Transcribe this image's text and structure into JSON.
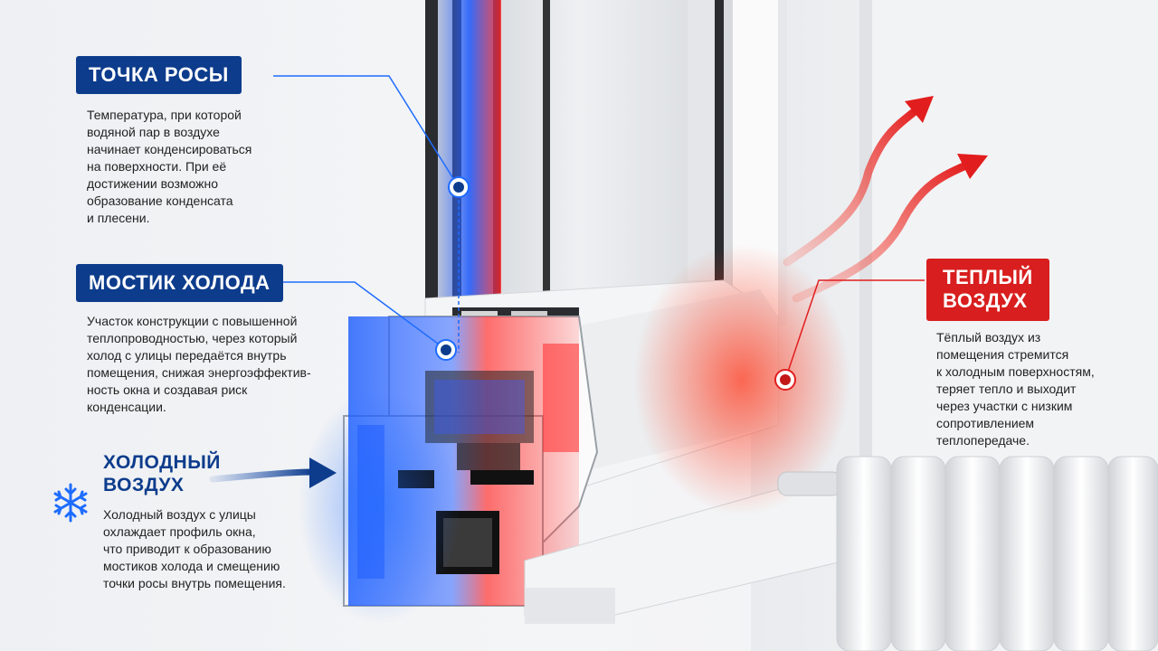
{
  "dew_point": {
    "title": "ТОЧКА РОСЫ",
    "text": "Температура, при которой\nводяной пар в воздухе\nначинает конденсироваться\nна поверхности. При её\nдостижении возможно\nобразование конденсата\nи плесени."
  },
  "cold_bridge": {
    "title": "МОСТИК ХОЛОДА",
    "text": "Участок конструкции с повышенной\nтеплопроводностью, через который\nхолод с улицы передаётся внутрь\nпомещения, снижая энергоэффектив-\nность окна и создавая риск\nконденсации."
  },
  "cold_air": {
    "title": "ХОЛОДНЫЙ\nВОЗДУХ",
    "text": "Холодный воздух с улицы\nохлаждает профиль окна,\nчто приводит к образованию\nмостиков холода и смещению\nточки росы внутрь помещения."
  },
  "warm_air": {
    "title": "ТЕПЛЫЙ\nВОЗДУХ",
    "text": "Тёплый воздух из\nпомещения стремится\nк холодным поверхностям,\nтеряет тепло и выходит\nчерез участки с низким\nсопротивлением\nтеплопередаче."
  },
  "icons": [
    "snowflake-icon",
    "cold-arrow-icon",
    "warm-arrow-icon"
  ],
  "colors": {
    "cold": "#0d3c8c",
    "warm": "#d81e1e",
    "cold_glow": "#1e6cff",
    "warm_glow": "#ff3a1e"
  }
}
